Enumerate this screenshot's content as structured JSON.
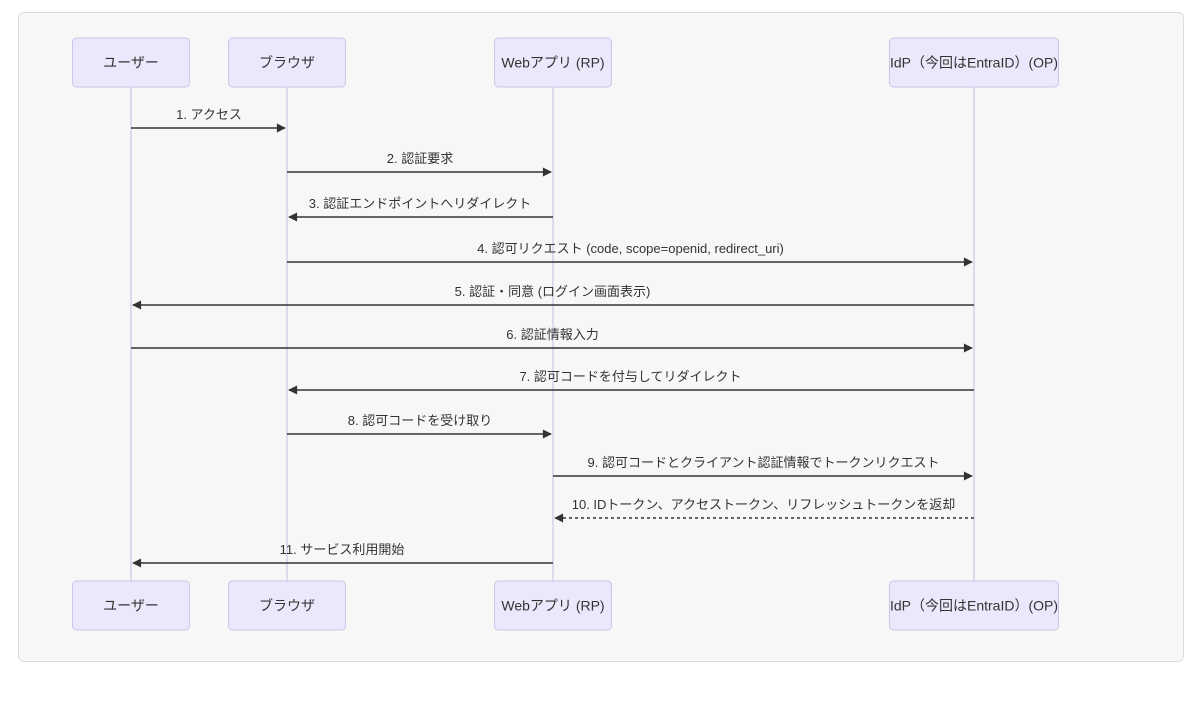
{
  "page": {
    "background_color": "#ffffff"
  },
  "card": {
    "background_color": "#f7f7f8",
    "border_color": "#dcdcde"
  },
  "diagram": {
    "type": "sequence",
    "title": "",
    "colors": {
      "actor_fill": "#e9e9fb",
      "actor_border": "#c9c6e8",
      "actor_text": "#333333",
      "lifeline": "#d5d1ea",
      "arrow": "#333333",
      "message_text": "#333333"
    },
    "actors": [
      {
        "id": "user",
        "label": "ユーザー"
      },
      {
        "id": "browser",
        "label": "ブラウザ"
      },
      {
        "id": "webapp",
        "label": "Webアプリ (RP)"
      },
      {
        "id": "idp",
        "label": "IdP（今回はEntraID）(OP)"
      }
    ],
    "messages": [
      {
        "label": "1. アクセス",
        "from": "user",
        "to": "browser",
        "style": "solid"
      },
      {
        "label": "2. 認証要求",
        "from": "browser",
        "to": "webapp",
        "style": "solid"
      },
      {
        "label": "3. 認証エンドポイントへリダイレクト",
        "from": "webapp",
        "to": "browser",
        "style": "solid"
      },
      {
        "label": "4. 認可リクエスト (code, scope=openid, redirect_uri)",
        "from": "browser",
        "to": "idp",
        "style": "solid"
      },
      {
        "label": "5. 認証・同意 (ログイン画面表示)",
        "from": "idp",
        "to": "user",
        "style": "solid"
      },
      {
        "label": "6. 認証情報入力",
        "from": "user",
        "to": "idp",
        "style": "solid"
      },
      {
        "label": "7. 認可コードを付与してリダイレクト",
        "from": "idp",
        "to": "browser",
        "style": "solid"
      },
      {
        "label": "8. 認可コードを受け取り",
        "from": "browser",
        "to": "webapp",
        "style": "solid"
      },
      {
        "label": "9. 認可コードとクライアント認証情報でトークンリクエスト",
        "from": "webapp",
        "to": "idp",
        "style": "solid"
      },
      {
        "label": "10. IDトークン、アクセストークン、リフレッシュトークンを返却",
        "from": "idp",
        "to": "webapp",
        "style": "dashed"
      },
      {
        "label": "11. サービス利用開始",
        "from": "webapp",
        "to": "user",
        "style": "solid"
      }
    ]
  }
}
